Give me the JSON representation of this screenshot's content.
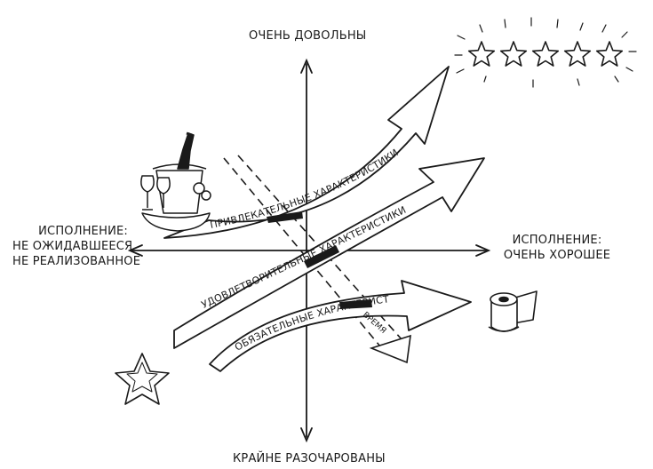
{
  "axes": {
    "top": "ОЧЕНЬ ДОВОЛЬНЫ",
    "bottom": "КРАЙНЕ РАЗОЧАРОВАНЫ",
    "left": [
      "ИСПОЛНЕНИЕ:",
      "НЕ ОЖИДАВШЕЕСЯ",
      "НЕ РЕАЛИЗОВАННОЕ"
    ],
    "right": [
      "ИСПОЛНЕНИЕ:",
      "ОЧЕНЬ ХОРОШЕЕ"
    ]
  },
  "curves": {
    "attractive": "ПРИВЛЕКАТЕЛЬНЫЕ ХАРАКТЕРИСТИКИ",
    "performance": "УДОВЛЕТВОРИТЕЛЬНЫЕ ХАРАКТЕРИСТИКИ",
    "basic": "ОБЯЗАТЕЛЬНЫЕ ХАРАКТЕРИСТИКИ"
  },
  "time_arrow": "ВРЕМЯ",
  "icons": {
    "stars": "five-star-rating-icon",
    "champagne": "champagne-bucket-icon",
    "toilet_paper": "toilet-paper-icon",
    "outline_star": "outline-star-icon"
  },
  "stroke_color": "#1a1a1a"
}
